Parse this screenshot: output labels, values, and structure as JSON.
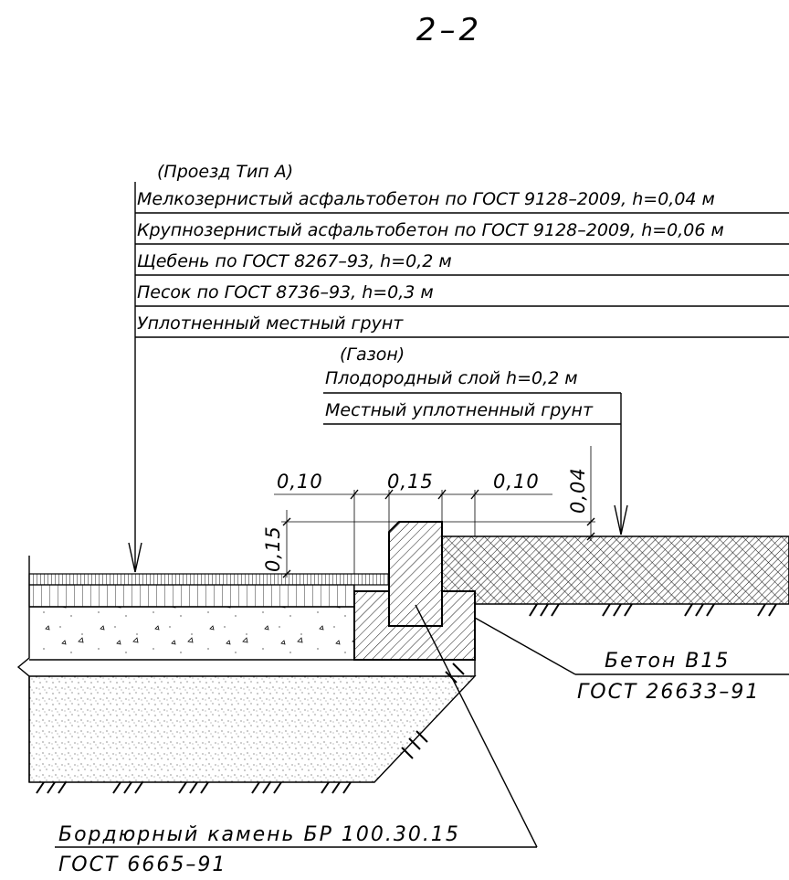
{
  "section_title": "2–2",
  "road": {
    "header": "(Проезд Тип А)",
    "layers": [
      "Мелкозернистый асфальтобетон по ГОСТ 9128–2009, h=0,04 м",
      "Крупнозернистый асфальтобетон по ГОСТ 9128–2009, h=0,06 м",
      "Щебень по ГОСТ 8267–93, h=0,2 м",
      "Песок по ГОСТ 8736–93, h=0,3 м",
      "Уплотненный местный грунт"
    ]
  },
  "lawn": {
    "header": "(Газон)",
    "layers": [
      "Плодородный слой h=0,2 м",
      "Местный уплотненный грунт"
    ]
  },
  "dimensions": {
    "d1": "0,10",
    "d2": "0,15",
    "d3": "0,10",
    "d4": "0,04",
    "d5": "0,15"
  },
  "concrete": {
    "line1": "Бетон В15",
    "line2": "ГОСТ 26633–91"
  },
  "curb": {
    "line1": "Бордюрный камень БР 100.30.15",
    "line2": "ГОСТ 6665–91"
  }
}
